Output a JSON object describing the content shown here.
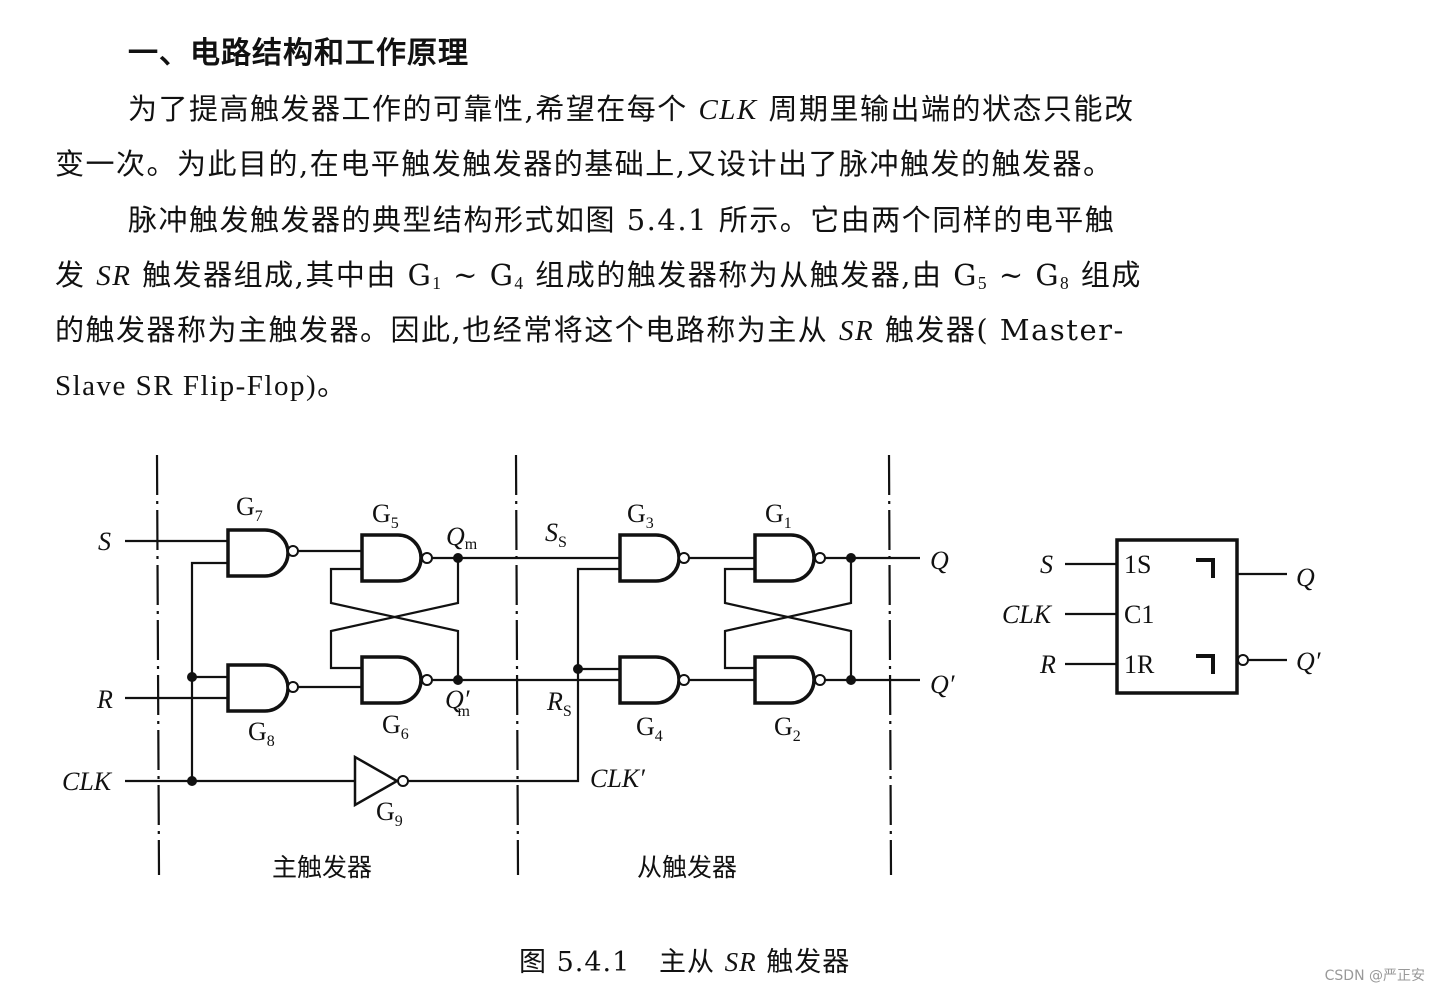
{
  "section": {
    "heading": "一、电路结构和工作原理"
  },
  "paragraphs": [
    {
      "lines": [
        [
          "为了提高触发器工作的可靠性,希望在每个 ",
          "CLK",
          " 周期里输出端的状态只能改"
        ],
        [
          "变一次。为此目的,在电平触发触发器的基础上,又设计出了脉冲触发的触发器。"
        ]
      ]
    },
    {
      "lines": [
        [
          "脉冲触发触发器的典型结构形式如图 5.4.1 所示。它由两个同样的电平触"
        ],
        [
          "发 ",
          "SR",
          " 触发器组成,其中由 G",
          "1",
          " ~ G",
          "4",
          " 组成的触发器称为从触发器,由 G",
          "5",
          " ~ G",
          "8",
          " 组成"
        ],
        [
          "的触发器称为主触发器。因此,也经常将这个电路称为主从 ",
          "SR",
          " 触发器( Master-"
        ],
        [
          "Slave SR Flip-Flop)。"
        ]
      ]
    }
  ],
  "figure": {
    "inputs": {
      "s": "S",
      "r": "R",
      "clk": "CLK"
    },
    "gates": {
      "g1": "G",
      "g1_sub": "1",
      "g2": "G",
      "g2_sub": "2",
      "g3": "G",
      "g3_sub": "3",
      "g4": "G",
      "g4_sub": "4",
      "g5": "G",
      "g5_sub": "5",
      "g6": "G",
      "g6_sub": "6",
      "g7": "G",
      "g7_sub": "7",
      "g8": "G",
      "g8_sub": "8",
      "g9": "G",
      "g9_sub": "9"
    },
    "nodes": {
      "qm": "Q",
      "qm_sub": "m",
      "qm_prime": "Q′",
      "qm_prime_sub": "m",
      "ss": "S",
      "ss_sub": "S",
      "rs": "R",
      "rs_sub": "S",
      "clk_prime": "CLK′"
    },
    "outputs": {
      "q": "Q",
      "q_prime": "Q′"
    },
    "sections": {
      "master": "主触发器",
      "slave": "从触发器"
    },
    "symbol": {
      "in_s": "S",
      "in_clk": "CLK",
      "in_r": "R",
      "pin_1s": "1S",
      "pin_c1": "C1",
      "pin_1r": "1R",
      "out_q": "Q",
      "out_q_prime": "Q′"
    },
    "caption": {
      "number": "图 5.4.1",
      "title_pre": "主从 ",
      "title_it": "SR",
      "title_post": " 触发器"
    }
  },
  "watermark": "CSDN @严正安"
}
